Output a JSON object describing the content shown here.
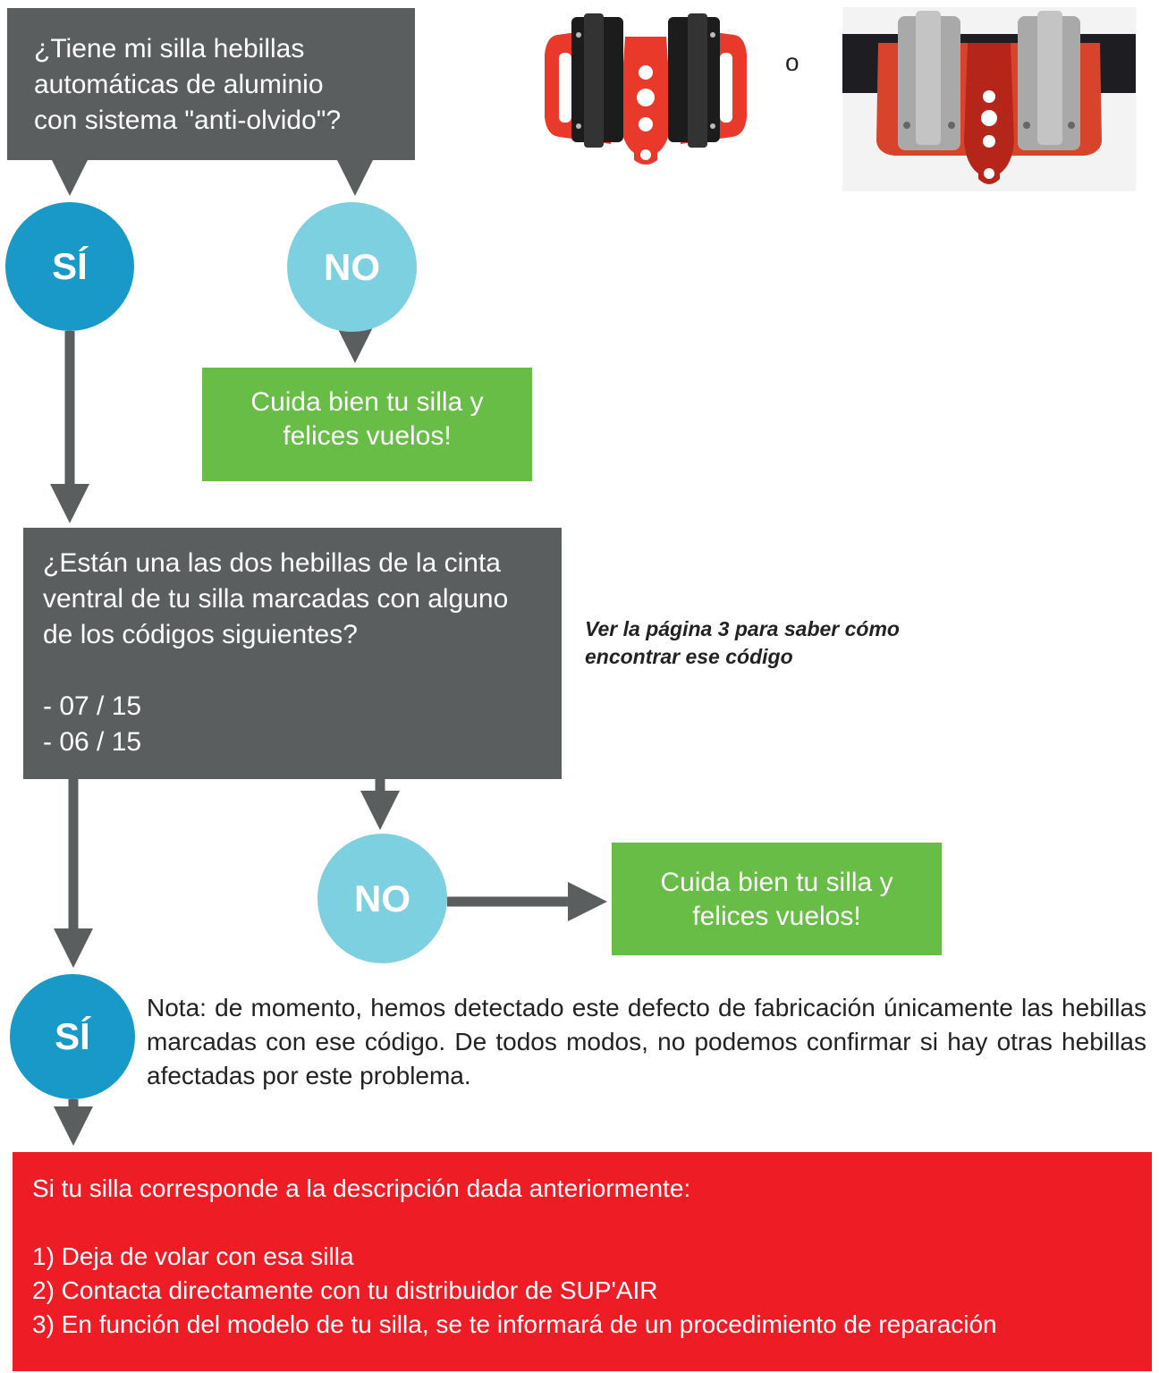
{
  "question1": {
    "lines": [
      "¿Tiene mi silla hebillas",
      "automáticas de aluminio",
      "con sistema \"anti-olvido\"?"
    ]
  },
  "answers": {
    "yes": "SÍ",
    "no": "NO"
  },
  "result_ok": {
    "lines": [
      "Cuida bien tu silla y",
      "felices vuelos!"
    ]
  },
  "separator": "o",
  "question2": {
    "lines": [
      "¿Están una las dos hebillas de la cinta",
      "ventral de tu silla marcadas con alguno",
      "de los códigos siguientes?"
    ],
    "codes": [
      "- 07 / 15",
      "- 06 / 15"
    ]
  },
  "side_note": {
    "lines": [
      "Ver la página 3 para saber cómo",
      "encontrar ese código"
    ]
  },
  "nota": "Nota: de momento, hemos detectado este defecto de fabricación únicamente las hebillas marcadas con ese código. De todos modos, no podemos confirmar si hay otras hebillas afectadas por este problema.",
  "action": {
    "intro": "Si tu silla corresponde a la descripción dada anteriormente:",
    "steps": [
      "1) Deja de volar con esa silla",
      "2) Contacta directamente con tu distribuidor de SUP'AIR",
      "3) En función del modelo de tu silla, se te informará de un procedimiento de reparación"
    ]
  },
  "colors": {
    "box_gray": "#5b5e5f",
    "circle_dark": "#1899c7",
    "circle_light": "#7dd0e0",
    "result_green": "#67bd45",
    "alert_red": "#ee1c25"
  },
  "images": [
    {
      "name": "red-black-buckle-photo"
    },
    {
      "name": "silver-buckle-on-strap-photo"
    }
  ]
}
